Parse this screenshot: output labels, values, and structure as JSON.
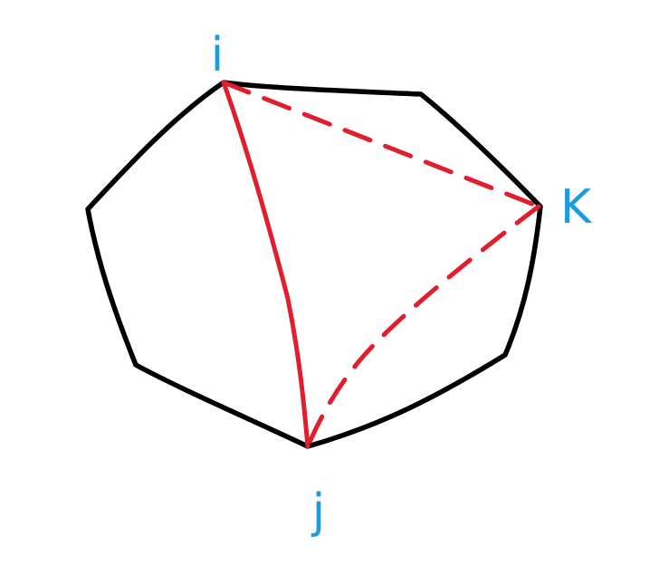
{
  "vertices": {
    "i": "i",
    "j": "j",
    "k": "K"
  },
  "colors": {
    "polygon": "#000000",
    "triangle": "#e11d2e",
    "labels": "#1b9be0"
  }
}
